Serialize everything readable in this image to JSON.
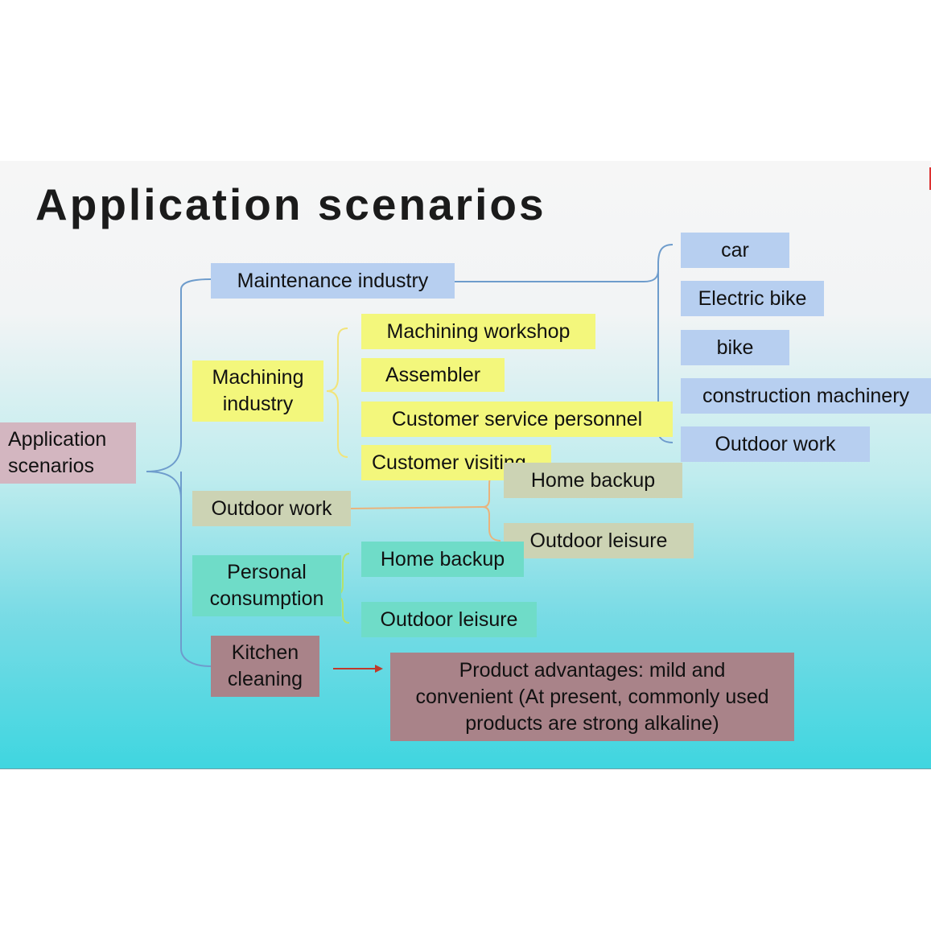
{
  "title": "Application scenarios",
  "root": {
    "label_lines": [
      "Application",
      "scenarios"
    ]
  },
  "branches": {
    "maintenance": {
      "label": "Maintenance industry",
      "children": [
        "car",
        "Electric bike",
        "bike",
        "construction machinery",
        "Outdoor work"
      ]
    },
    "machining": {
      "label_lines": [
        "Machining",
        "industry"
      ],
      "children": [
        "Machining workshop",
        "Assembler",
        "Customer service personnel",
        "Customer visiting"
      ]
    },
    "outdoor": {
      "label": "Outdoor work",
      "children": [
        "Home backup",
        "Outdoor leisure"
      ]
    },
    "personal": {
      "label_lines": [
        "Personal",
        "consumption"
      ],
      "children": [
        "Home backup",
        "Outdoor leisure"
      ]
    },
    "kitchen": {
      "label_lines": [
        "Kitchen",
        "cleaning"
      ],
      "note_lines": [
        "Product advantages: mild and",
        "convenient (At present, commonly used",
        "products are strong alkaline)"
      ]
    }
  },
  "colors": {
    "maintenance": "#b7cff0",
    "machining": "#f3f77c",
    "outdoor": "#ccd3b4",
    "personal": "#6fdcc8",
    "kitchen": "#a98389",
    "root": "#d3b6c0",
    "arrow": "#c0392b"
  }
}
